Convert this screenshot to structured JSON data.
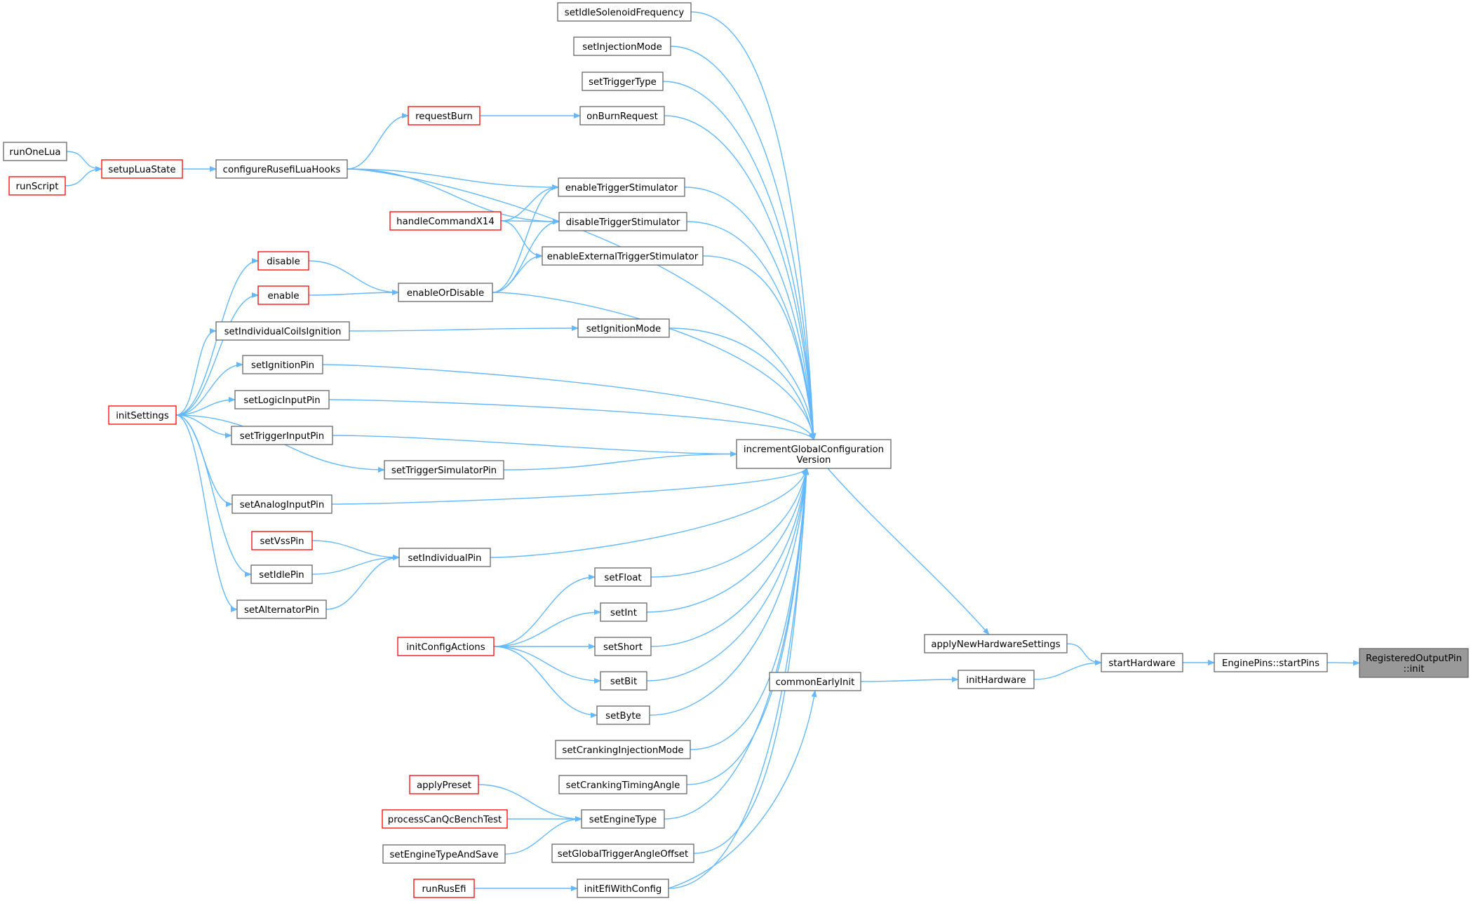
{
  "nodes": [
    {
      "id": "setIdleSolenoidFrequency",
      "lines": [
        "setIdleSolenoidFrequency"
      ],
      "color": "gray"
    },
    {
      "id": "setInjectionMode",
      "lines": [
        "setInjectionMode"
      ],
      "color": "gray"
    },
    {
      "id": "setTriggerType",
      "lines": [
        "setTriggerType"
      ],
      "color": "gray"
    },
    {
      "id": "requestBurn",
      "lines": [
        "requestBurn"
      ],
      "color": "red"
    },
    {
      "id": "onBurnRequest",
      "lines": [
        "onBurnRequest"
      ],
      "color": "gray"
    },
    {
      "id": "runOneLua",
      "lines": [
        "runOneLua"
      ],
      "color": "gray"
    },
    {
      "id": "setupLuaState",
      "lines": [
        "setupLuaState"
      ],
      "color": "red"
    },
    {
      "id": "configureRusefiLuaHooks",
      "lines": [
        "configureRusefiLuaHooks"
      ],
      "color": "gray"
    },
    {
      "id": "runScript",
      "lines": [
        "runScript"
      ],
      "color": "red"
    },
    {
      "id": "enableTriggerStimulator",
      "lines": [
        "enableTriggerStimulator"
      ],
      "color": "gray"
    },
    {
      "id": "handleCommandX14",
      "lines": [
        "handleCommandX14"
      ],
      "color": "red"
    },
    {
      "id": "disableTriggerStimulator",
      "lines": [
        "disableTriggerStimulator"
      ],
      "color": "gray"
    },
    {
      "id": "enableExternalTriggerStimulator",
      "lines": [
        "enableExternalTriggerStimulator"
      ],
      "color": "gray"
    },
    {
      "id": "disable",
      "lines": [
        "disable"
      ],
      "color": "red"
    },
    {
      "id": "enable",
      "lines": [
        "enable"
      ],
      "color": "red"
    },
    {
      "id": "enableOrDisable",
      "lines": [
        "enableOrDisable"
      ],
      "color": "gray"
    },
    {
      "id": "setIndividualCoilsIgnition",
      "lines": [
        "setIndividualCoilsIgnition"
      ],
      "color": "gray"
    },
    {
      "id": "setIgnitionMode",
      "lines": [
        "setIgnitionMode"
      ],
      "color": "gray"
    },
    {
      "id": "setIgnitionPin",
      "lines": [
        "setIgnitionPin"
      ],
      "color": "gray"
    },
    {
      "id": "initSettings",
      "lines": [
        "initSettings"
      ],
      "color": "red"
    },
    {
      "id": "setLogicInputPin",
      "lines": [
        "setLogicInputPin"
      ],
      "color": "gray"
    },
    {
      "id": "setTriggerInputPin",
      "lines": [
        "setTriggerInputPin"
      ],
      "color": "gray"
    },
    {
      "id": "incrementGlobalConfigurationVersion",
      "lines": [
        "incrementGlobalConfiguration",
        "Version"
      ],
      "color": "gray"
    },
    {
      "id": "setTriggerSimulatorPin",
      "lines": [
        "setTriggerSimulatorPin"
      ],
      "color": "gray"
    },
    {
      "id": "setAnalogInputPin",
      "lines": [
        "setAnalogInputPin"
      ],
      "color": "gray"
    },
    {
      "id": "setVssPin",
      "lines": [
        "setVssPin"
      ],
      "color": "red"
    },
    {
      "id": "setIndividualPin",
      "lines": [
        "setIndividualPin"
      ],
      "color": "gray"
    },
    {
      "id": "setIdlePin",
      "lines": [
        "setIdlePin"
      ],
      "color": "gray"
    },
    {
      "id": "setFloat",
      "lines": [
        "setFloat"
      ],
      "color": "gray"
    },
    {
      "id": "setAlternatorPin",
      "lines": [
        "setAlternatorPin"
      ],
      "color": "gray"
    },
    {
      "id": "setInt",
      "lines": [
        "setInt"
      ],
      "color": "gray"
    },
    {
      "id": "initConfigActions",
      "lines": [
        "initConfigActions"
      ],
      "color": "red"
    },
    {
      "id": "setShort",
      "lines": [
        "setShort"
      ],
      "color": "gray"
    },
    {
      "id": "applyNewHardwareSettings",
      "lines": [
        "applyNewHardwareSettings"
      ],
      "color": "gray"
    },
    {
      "id": "startHardware",
      "lines": [
        "startHardware"
      ],
      "color": "gray"
    },
    {
      "id": "startPins",
      "lines": [
        "EnginePins::startPins"
      ],
      "color": "gray"
    },
    {
      "id": "root",
      "lines": [
        "RegisteredOutputPin",
        "::init"
      ],
      "color": "root"
    },
    {
      "id": "setBit",
      "lines": [
        "setBit"
      ],
      "color": "gray"
    },
    {
      "id": "commonEarlyInit",
      "lines": [
        "commonEarlyInit"
      ],
      "color": "gray"
    },
    {
      "id": "initHardware",
      "lines": [
        "initHardware"
      ],
      "color": "gray"
    },
    {
      "id": "setByte",
      "lines": [
        "setByte"
      ],
      "color": "gray"
    },
    {
      "id": "setCrankingInjectionMode",
      "lines": [
        "setCrankingInjectionMode"
      ],
      "color": "gray"
    },
    {
      "id": "applyPreset",
      "lines": [
        "applyPreset"
      ],
      "color": "red"
    },
    {
      "id": "setCrankingTimingAngle",
      "lines": [
        "setCrankingTimingAngle"
      ],
      "color": "gray"
    },
    {
      "id": "processCanQcBenchTest",
      "lines": [
        "processCanQcBenchTest"
      ],
      "color": "red"
    },
    {
      "id": "setEngineType",
      "lines": [
        "setEngineType"
      ],
      "color": "gray"
    },
    {
      "id": "setEngineTypeAndSave",
      "lines": [
        "setEngineTypeAndSave"
      ],
      "color": "gray"
    },
    {
      "id": "setGlobalTriggerAngleOffset",
      "lines": [
        "setGlobalTriggerAngleOffset"
      ],
      "color": "gray"
    },
    {
      "id": "runRusEfi",
      "lines": [
        "runRusEfi"
      ],
      "color": "red"
    },
    {
      "id": "initEfiWithConfig",
      "lines": [
        "initEfiWithConfig"
      ],
      "color": "gray"
    }
  ],
  "edges": [
    [
      "startPins",
      "root"
    ],
    [
      "startHardware",
      "startPins"
    ],
    [
      "applyNewHardwareSettings",
      "startHardware"
    ],
    [
      "initHardware",
      "startHardware"
    ],
    [
      "incrementGlobalConfigurationVersion",
      "applyNewHardwareSettings"
    ],
    [
      "commonEarlyInit",
      "initHardware"
    ],
    [
      "initEfiWithConfig",
      "commonEarlyInit"
    ],
    [
      "runRusEfi",
      "initEfiWithConfig"
    ],
    [
      "setIdleSolenoidFrequency",
      "incrementGlobalConfigurationVersion"
    ],
    [
      "setInjectionMode",
      "incrementGlobalConfigurationVersion"
    ],
    [
      "setTriggerType",
      "incrementGlobalConfigurationVersion"
    ],
    [
      "onBurnRequest",
      "incrementGlobalConfigurationVersion"
    ],
    [
      "configureRusefiLuaHooks",
      "incrementGlobalConfigurationVersion"
    ],
    [
      "enableTriggerStimulator",
      "incrementGlobalConfigurationVersion"
    ],
    [
      "disableTriggerStimulator",
      "incrementGlobalConfigurationVersion"
    ],
    [
      "enableExternalTriggerStimulator",
      "incrementGlobalConfigurationVersion"
    ],
    [
      "enableOrDisable",
      "incrementGlobalConfigurationVersion"
    ],
    [
      "setIgnitionMode",
      "incrementGlobalConfigurationVersion"
    ],
    [
      "setIgnitionPin",
      "incrementGlobalConfigurationVersion"
    ],
    [
      "setLogicInputPin",
      "incrementGlobalConfigurationVersion"
    ],
    [
      "setTriggerInputPin",
      "incrementGlobalConfigurationVersion"
    ],
    [
      "setTriggerSimulatorPin",
      "incrementGlobalConfigurationVersion"
    ],
    [
      "setAnalogInputPin",
      "incrementGlobalConfigurationVersion"
    ],
    [
      "setIndividualPin",
      "incrementGlobalConfigurationVersion"
    ],
    [
      "setFloat",
      "incrementGlobalConfigurationVersion"
    ],
    [
      "setInt",
      "incrementGlobalConfigurationVersion"
    ],
    [
      "setShort",
      "incrementGlobalConfigurationVersion"
    ],
    [
      "setBit",
      "incrementGlobalConfigurationVersion"
    ],
    [
      "setByte",
      "incrementGlobalConfigurationVersion"
    ],
    [
      "setCrankingInjectionMode",
      "incrementGlobalConfigurationVersion"
    ],
    [
      "setCrankingTimingAngle",
      "incrementGlobalConfigurationVersion"
    ],
    [
      "setEngineType",
      "incrementGlobalConfigurationVersion"
    ],
    [
      "setGlobalTriggerAngleOffset",
      "incrementGlobalConfigurationVersion"
    ],
    [
      "initEfiWithConfig",
      "incrementGlobalConfigurationVersion"
    ],
    [
      "requestBurn",
      "onBurnRequest"
    ],
    [
      "configureRusefiLuaHooks",
      "requestBurn"
    ],
    [
      "setupLuaState",
      "configureRusefiLuaHooks"
    ],
    [
      "runOneLua",
      "setupLuaState"
    ],
    [
      "runScript",
      "setupLuaState"
    ],
    [
      "configureRusefiLuaHooks",
      "enableTriggerStimulator"
    ],
    [
      "configureRusefiLuaHooks",
      "disableTriggerStimulator"
    ],
    [
      "handleCommandX14",
      "enableTriggerStimulator"
    ],
    [
      "handleCommandX14",
      "disableTriggerStimulator"
    ],
    [
      "handleCommandX14",
      "enableExternalTriggerStimulator"
    ],
    [
      "enableOrDisable",
      "enableTriggerStimulator"
    ],
    [
      "enableOrDisable",
      "disableTriggerStimulator"
    ],
    [
      "enableOrDisable",
      "enableExternalTriggerStimulator"
    ],
    [
      "disable",
      "enableOrDisable"
    ],
    [
      "enable",
      "enableOrDisable"
    ],
    [
      "setIndividualCoilsIgnition",
      "setIgnitionMode"
    ],
    [
      "initSettings",
      "disable"
    ],
    [
      "initSettings",
      "enable"
    ],
    [
      "initSettings",
      "setIndividualCoilsIgnition"
    ],
    [
      "initSettings",
      "setIgnitionPin"
    ],
    [
      "initSettings",
      "setLogicInputPin"
    ],
    [
      "initSettings",
      "setTriggerInputPin"
    ],
    [
      "initSettings",
      "setTriggerSimulatorPin"
    ],
    [
      "initSettings",
      "setAnalogInputPin"
    ],
    [
      "initSettings",
      "setIdlePin"
    ],
    [
      "initSettings",
      "setAlternatorPin"
    ],
    [
      "setVssPin",
      "setIndividualPin"
    ],
    [
      "setIdlePin",
      "setIndividualPin"
    ],
    [
      "setAlternatorPin",
      "setIndividualPin"
    ],
    [
      "initConfigActions",
      "setFloat"
    ],
    [
      "initConfigActions",
      "setInt"
    ],
    [
      "initConfigActions",
      "setShort"
    ],
    [
      "initConfigActions",
      "setBit"
    ],
    [
      "initConfigActions",
      "setByte"
    ],
    [
      "applyPreset",
      "setEngineType"
    ],
    [
      "processCanQcBenchTest",
      "setEngineType"
    ],
    [
      "setEngineTypeAndSave",
      "setEngineType"
    ]
  ]
}
